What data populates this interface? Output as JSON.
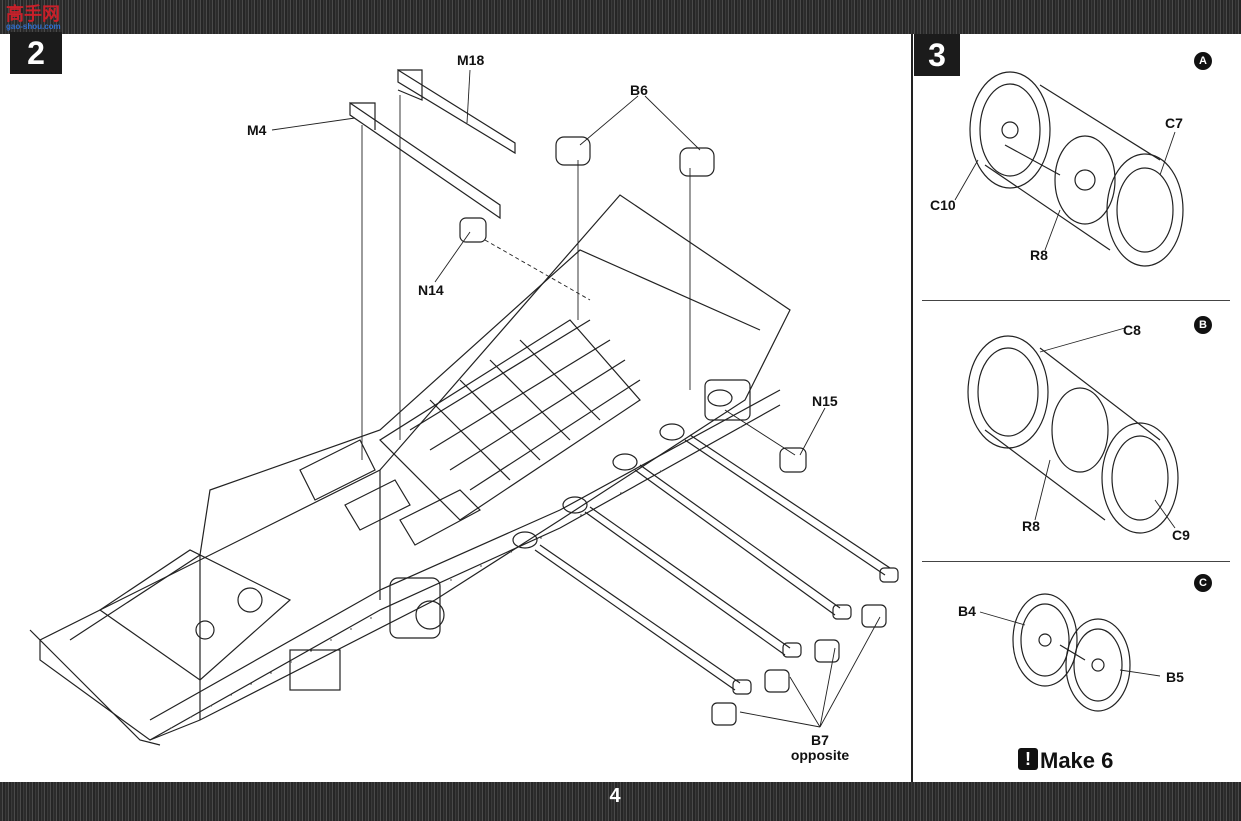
{
  "logo": {
    "text": "高手网",
    "sub": "gao-shou.com"
  },
  "steps": {
    "main": "2",
    "side": "3"
  },
  "page_number": "4",
  "step2_labels": {
    "m18": "M18",
    "m4": "M4",
    "b6": "B6",
    "n14": "N14",
    "n15": "N15",
    "b7": "B7",
    "b7_note": "opposite"
  },
  "step3": {
    "sub_a": {
      "badge": "A",
      "c7": "C7",
      "c10": "C10",
      "r8": "R8"
    },
    "sub_b": {
      "badge": "B",
      "c8": "C8",
      "r8": "R8",
      "c9": "C9"
    },
    "sub_c": {
      "badge": "C",
      "b4": "B4",
      "b5": "B5"
    },
    "make_note": "Make 6",
    "warn_symbol": "!"
  }
}
